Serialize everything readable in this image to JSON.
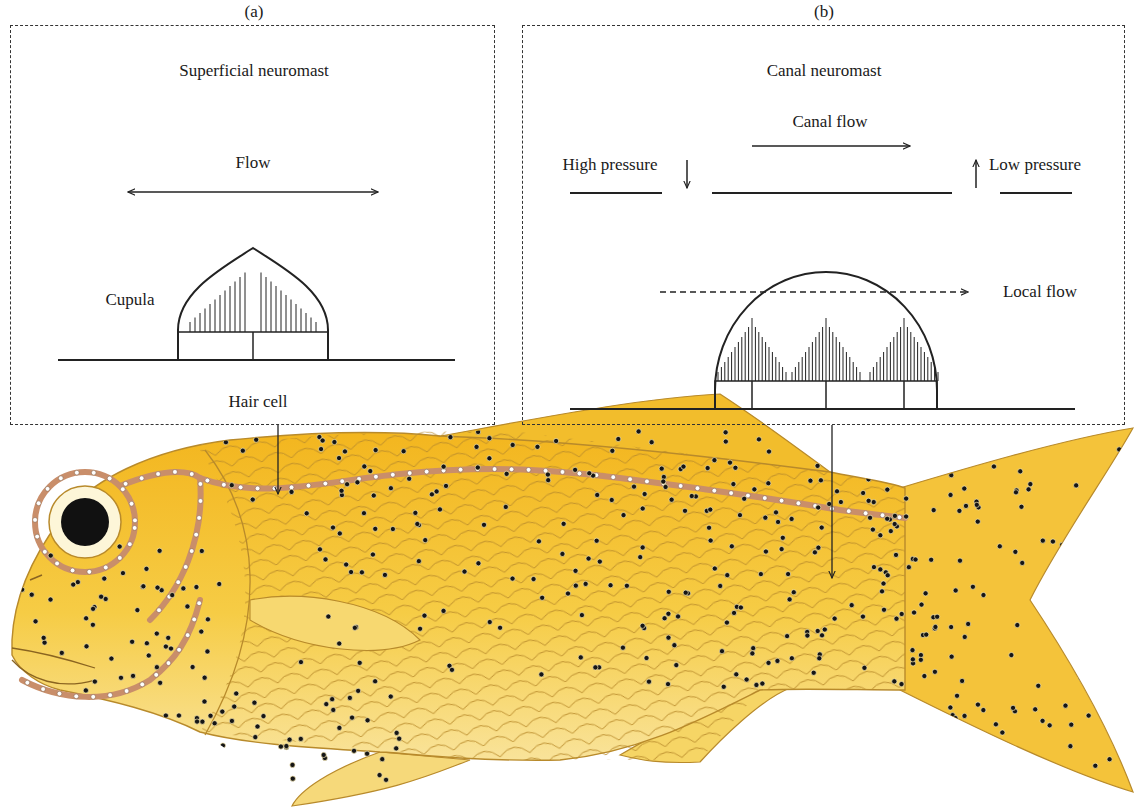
{
  "diagram": {
    "nodes": [
      {
        "text": [
          "(a)",
          "Superficial neuromast"
        ]
      },
      {
        "text": [
          "(b)",
          "Canal neuromast"
        ]
      }
    ],
    "edges": [],
    "labels": [
      "Flow",
      "Cupula",
      "Hair cell",
      "Canal flow",
      "High pressure",
      "Low pressure",
      "Local flow"
    ]
  }
}
